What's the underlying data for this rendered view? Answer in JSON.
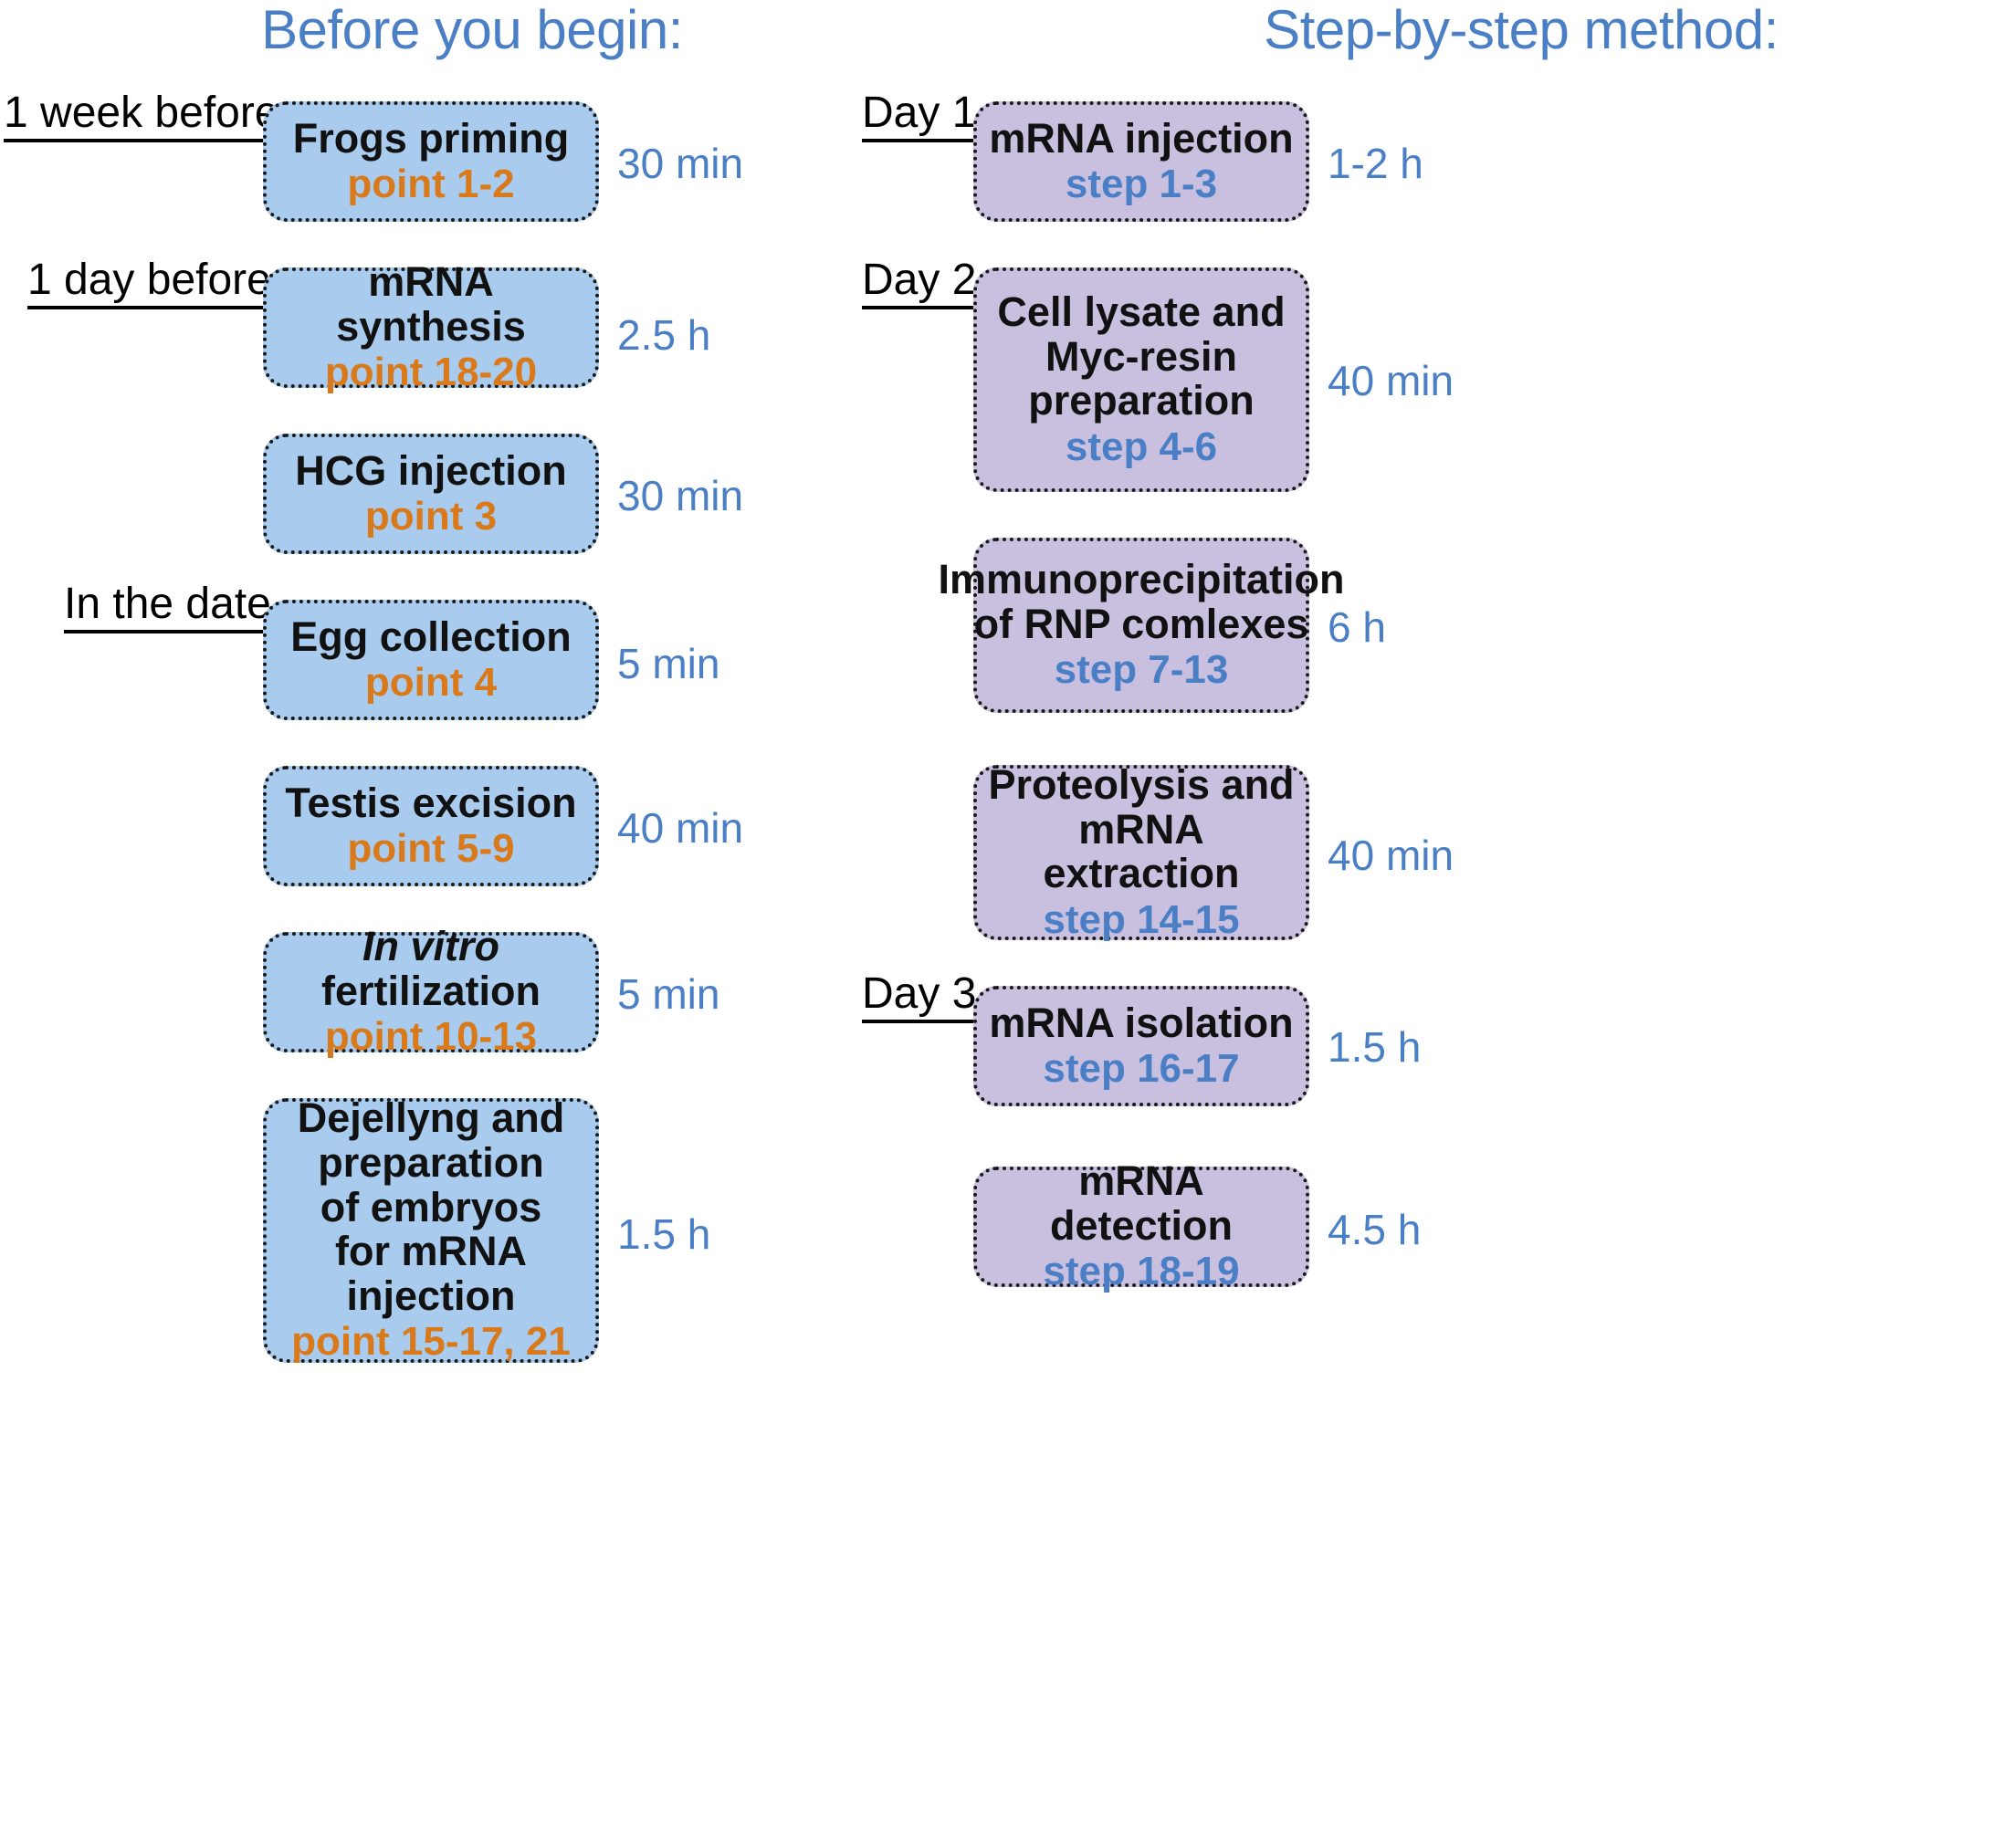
{
  "columns": {
    "left": {
      "title": "Before you begin:",
      "phases": [
        {
          "label": "1 week before"
        },
        {
          "label": "1 day before"
        },
        {
          "label": "In the date"
        }
      ],
      "steps": [
        {
          "title": "Frogs priming",
          "ref": "point 1-2",
          "duration": "30 min"
        },
        {
          "title": "mRNA synthesis",
          "ref": "point 18-20",
          "duration": "2.5 h"
        },
        {
          "title": "HCG injection",
          "ref": "point 3",
          "duration": "30 min"
        },
        {
          "title": "Egg collection",
          "ref": "point 4",
          "duration": "5 min"
        },
        {
          "title": "Testis excision",
          "ref": "point 5-9",
          "duration": "40 min"
        },
        {
          "title_italic_prefix": "In vitro",
          "title_rest": " fertilization",
          "ref": "point 10-13",
          "duration": "5 min"
        },
        {
          "title": "Dejellyng and\npreparation\nof embryos\nfor mRNA injection",
          "ref": "point 15-17, 21",
          "duration": "1.5 h"
        }
      ]
    },
    "right": {
      "title": "Step-by-step method:",
      "phases": [
        {
          "label": "Day 1"
        },
        {
          "label": "Day 2"
        },
        {
          "label": "Day 3"
        }
      ],
      "steps": [
        {
          "title": "mRNA injection",
          "ref": "step 1-3",
          "duration": "1-2 h"
        },
        {
          "title": "Cell lysate and\nMyc-resin\npreparation",
          "ref": "step 4-6",
          "duration": "40 min"
        },
        {
          "title": "Immunoprecipitation\nof RNP comlexes",
          "ref": "step 7-13",
          "duration": "6 h"
        },
        {
          "title": "Proteolysis and\nmRNA extraction",
          "ref": "step 14-15",
          "duration": "40 min"
        },
        {
          "title": "mRNA isolation",
          "ref": "step 16-17",
          "duration": "1.5 h"
        },
        {
          "title": "mRNA detection",
          "ref": "step 18-19",
          "duration": "4.5 h"
        }
      ]
    }
  },
  "colors": {
    "accent_blue": "#4a7fc6",
    "box_blue_fill": "#a8cbee",
    "box_purple_fill": "#c9c0e0",
    "point_orange": "#d97919",
    "text_black": "#111111"
  }
}
